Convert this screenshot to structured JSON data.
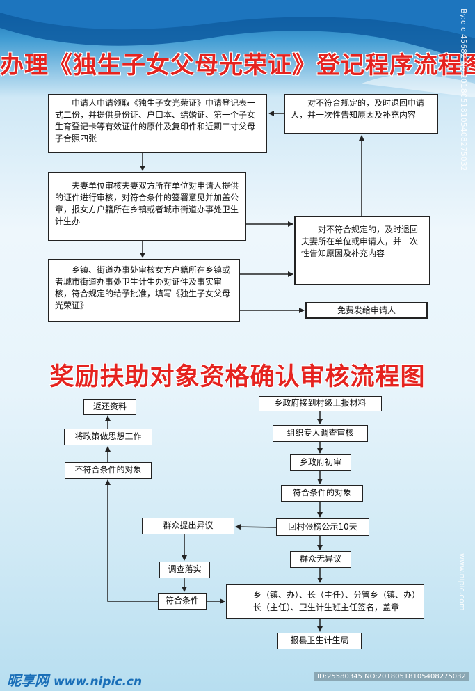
{
  "titles": {
    "registration": "办理《独生子女父母光荣证》登记程序流程图",
    "reward": "奖励扶助对象资格确认审核流程图"
  },
  "flow1": {
    "apply": "申请人申请领取《独生子女光荣证》申请登记表一式二份，并提供身份证、户口本、结婚证、第一个子女生育登记卡等有效证件的原件及复印件和近期二寸父母子合照四张",
    "reject1": "对不符合规定的，及时退回申请人，并一次性告知原因及补充内容",
    "unit_review": "夫妻单位审核夫妻双方所在单位对申请人提供的证件进行审核，对符合条件的签署意见并加盖公章，报女方户籍所在乡镇或者城市街道办事处卫生计生办",
    "reject2": "对不符合规定的，及时退回夫妻所在单位或申请人，并一次性告知原因及补充内容",
    "town_review": "乡镇、街道办事处审核女方户籍所在乡镇或者城市街道办事处卫生计生办对证件及事实审核，符合规定的给予批准，填写《独生子女父母光荣证》",
    "issue": "免费发给申请人"
  },
  "flow2": {
    "receive": "乡政府接到村级上报材料",
    "investigate": "组织专人调查审核",
    "initial": "乡政府初审",
    "qualified": "符合条件的对象",
    "publicize": "回村张榜公示10天",
    "objection": "群众提出异议",
    "no_objection": "群众无异议",
    "verify": "调查落实",
    "meets": "符合条件",
    "sign": "乡（镇、办）、长（主任）、分管乡（镇、办）长（主任）、卫生计生班主任签名，盖章",
    "report": "报县卫生计生局",
    "unqualified": "不符合条件的对象",
    "policy_work": "将政策做思想工作",
    "return": "返还资料"
  },
  "watermarks": {
    "right_top": "By:qiqi45682 No.20180518105408275032",
    "right_bottom": "www.nipic.com",
    "logo": "昵享网",
    "logo_url": "www.nipic.cn",
    "footer_id": "ID:25580345 NO:20180518105408275032"
  },
  "colors": {
    "title": "#e5231f",
    "header_blue": "#0b5fa8"
  }
}
